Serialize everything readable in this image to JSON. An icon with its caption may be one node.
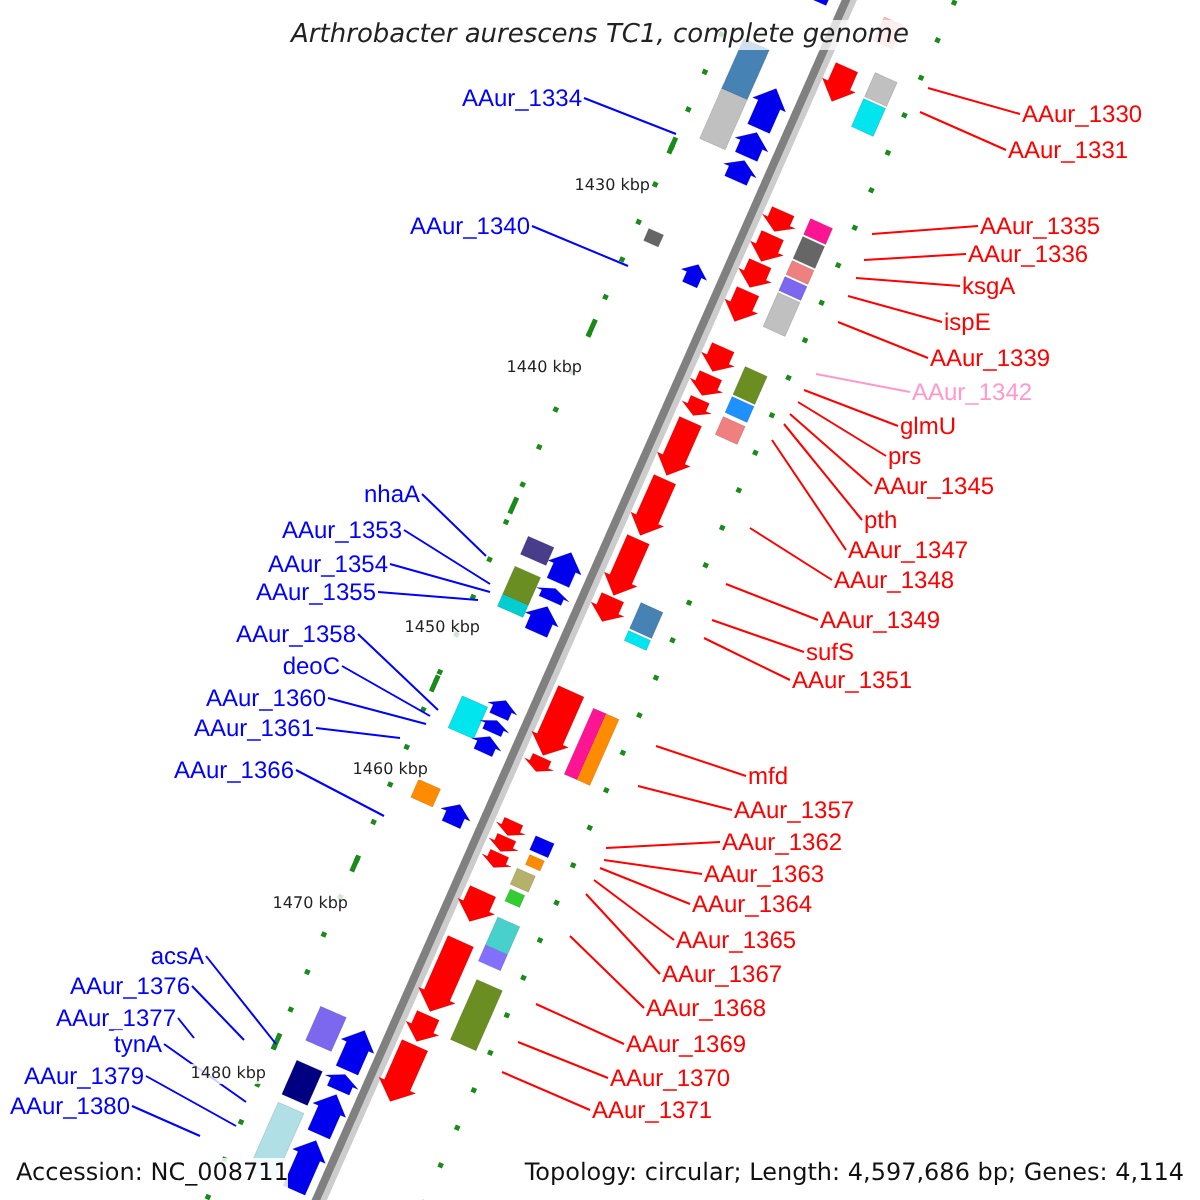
{
  "diagram": {
    "title": "Arthrobacter aurescens TC1, complete genome",
    "nodes": [
      {
        "text": [
          "AAur_1334"
        ]
      },
      {
        "text": [
          "AAur_1340"
        ]
      },
      {
        "text": [
          "nhaA"
        ]
      },
      {
        "text": [
          "AAur_1353"
        ]
      },
      {
        "text": [
          "AAur_1354"
        ]
      },
      {
        "text": [
          "AAur_1355"
        ]
      },
      {
        "text": [
          "AAur_1358"
        ]
      },
      {
        "text": [
          "deoC"
        ]
      },
      {
        "text": [
          "AAur_1360"
        ]
      },
      {
        "text": [
          "AAur_1361"
        ]
      },
      {
        "text": [
          "AAur_1366"
        ]
      },
      {
        "text": [
          "acsA"
        ]
      },
      {
        "text": [
          "AAur_1376"
        ]
      },
      {
        "text": [
          "AAur_1377"
        ]
      },
      {
        "text": [
          "tynA"
        ]
      },
      {
        "text": [
          "AAur_1379"
        ]
      },
      {
        "text": [
          "AAur_1380"
        ]
      },
      {
        "text": [
          "AAur_1330"
        ]
      },
      {
        "text": [
          "AAur_1331"
        ]
      },
      {
        "text": [
          "AAur_1335"
        ]
      },
      {
        "text": [
          "AAur_1336"
        ]
      },
      {
        "text": [
          "ksgA"
        ]
      },
      {
        "text": [
          "ispE"
        ]
      },
      {
        "text": [
          "AAur_1339"
        ]
      },
      {
        "text": [
          "AAur_1342"
        ]
      },
      {
        "text": [
          "glmU"
        ]
      },
      {
        "text": [
          "prs"
        ]
      },
      {
        "text": [
          "AAur_1345"
        ]
      },
      {
        "text": [
          "pth"
        ]
      },
      {
        "text": [
          "AAur_1347"
        ]
      },
      {
        "text": [
          "AAur_1348"
        ]
      },
      {
        "text": [
          "AAur_1349"
        ]
      },
      {
        "text": [
          "sufS"
        ]
      },
      {
        "text": [
          "AAur_1351"
        ]
      },
      {
        "text": [
          "mfd"
        ]
      },
      {
        "text": [
          "AAur_1357"
        ]
      },
      {
        "text": [
          "AAur_1362"
        ]
      },
      {
        "text": [
          "AAur_1363"
        ]
      },
      {
        "text": [
          "AAur_1364"
        ]
      },
      {
        "text": [
          "AAur_1365"
        ]
      },
      {
        "text": [
          "AAur_1367"
        ]
      },
      {
        "text": [
          "AAur_1368"
        ]
      },
      {
        "text": [
          "AAur_1369"
        ]
      },
      {
        "text": [
          "AAur_1370"
        ]
      },
      {
        "text": [
          "AAur_1371"
        ]
      }
    ],
    "edges": [
      {
        "from": 0,
        "to": null,
        "arrow": "none",
        "color": "#0000ff"
      },
      {
        "from": 1,
        "to": null,
        "arrow": "none",
        "color": "#0000ff"
      },
      {
        "from": 2,
        "to": null,
        "arrow": "none",
        "color": "#0000ff"
      },
      {
        "from": 3,
        "to": null,
        "arrow": "none",
        "color": "#0000ff"
      },
      {
        "from": 4,
        "to": null,
        "arrow": "none",
        "color": "#0000ff"
      },
      {
        "from": 5,
        "to": null,
        "arrow": "none",
        "color": "#0000ff"
      },
      {
        "from": 6,
        "to": null,
        "arrow": "none",
        "color": "#0000ff"
      },
      {
        "from": 7,
        "to": null,
        "arrow": "none",
        "color": "#0000ff"
      },
      {
        "from": 8,
        "to": null,
        "arrow": "none",
        "color": "#0000ff"
      },
      {
        "from": 9,
        "to": null,
        "arrow": "none",
        "color": "#0000ff"
      },
      {
        "from": 10,
        "to": null,
        "arrow": "none",
        "color": "#0000ff"
      },
      {
        "from": 11,
        "to": null,
        "arrow": "none",
        "color": "#0000ff"
      },
      {
        "from": 12,
        "to": null,
        "arrow": "none",
        "color": "#0000ff"
      },
      {
        "from": 13,
        "to": null,
        "arrow": "none",
        "color": "#0000ff"
      },
      {
        "from": 14,
        "to": null,
        "arrow": "none",
        "color": "#0000ff"
      },
      {
        "from": 15,
        "to": null,
        "arrow": "none",
        "color": "#0000ff"
      },
      {
        "from": 16,
        "to": null,
        "arrow": "none",
        "color": "#0000ff"
      },
      {
        "from": 17,
        "to": null,
        "arrow": "none"
      },
      {
        "from": 18,
        "to": null,
        "arrow": "none"
      },
      {
        "from": 19,
        "to": null,
        "arrow": "none"
      },
      {
        "from": 20,
        "to": null,
        "arrow": "none"
      },
      {
        "from": 21,
        "to": null,
        "arrow": "none"
      },
      {
        "from": 22,
        "to": null,
        "arrow": "none"
      },
      {
        "from": 23,
        "to": null,
        "arrow": "none"
      },
      {
        "from": 24,
        "to": null,
        "arrow": "none",
        "color": "#ff99cc"
      },
      {
        "from": 25,
        "to": null,
        "arrow": "none"
      },
      {
        "from": 26,
        "to": null,
        "arrow": "none"
      },
      {
        "from": 27,
        "to": null,
        "arrow": "none"
      },
      {
        "from": 28,
        "to": null,
        "arrow": "none"
      },
      {
        "from": 29,
        "to": null,
        "arrow": "none"
      },
      {
        "from": 30,
        "to": null,
        "arrow": "none"
      },
      {
        "from": 31,
        "to": null,
        "arrow": "none"
      },
      {
        "from": 32,
        "to": null,
        "arrow": "none"
      },
      {
        "from": 33,
        "to": null,
        "arrow": "none"
      },
      {
        "from": 34,
        "to": null,
        "arrow": "none"
      },
      {
        "from": 35,
        "to": null,
        "arrow": "none"
      },
      {
        "from": 36,
        "to": null,
        "arrow": "none"
      },
      {
        "from": 37,
        "to": null,
        "arrow": "none"
      },
      {
        "from": 38,
        "to": null,
        "arrow": "none"
      },
      {
        "from": 39,
        "to": null,
        "arrow": "none"
      },
      {
        "from": 40,
        "to": null,
        "arrow": "none"
      },
      {
        "from": 41,
        "to": null,
        "arrow": "none"
      },
      {
        "from": 42,
        "to": null,
        "arrow": "none"
      },
      {
        "from": 43,
        "to": null,
        "arrow": "none"
      },
      {
        "from": 44,
        "to": null,
        "arrow": "none"
      }
    ],
    "labels": [
      "1430 kbp",
      "1440 kbp",
      "1450 kbp",
      "1460 kbp",
      "1470 kbp",
      "1480 kbp",
      "Accession: NC_008711",
      "Topology: circular; Length: 4,597,686 bp; Genes: 4,114"
    ]
  }
}
